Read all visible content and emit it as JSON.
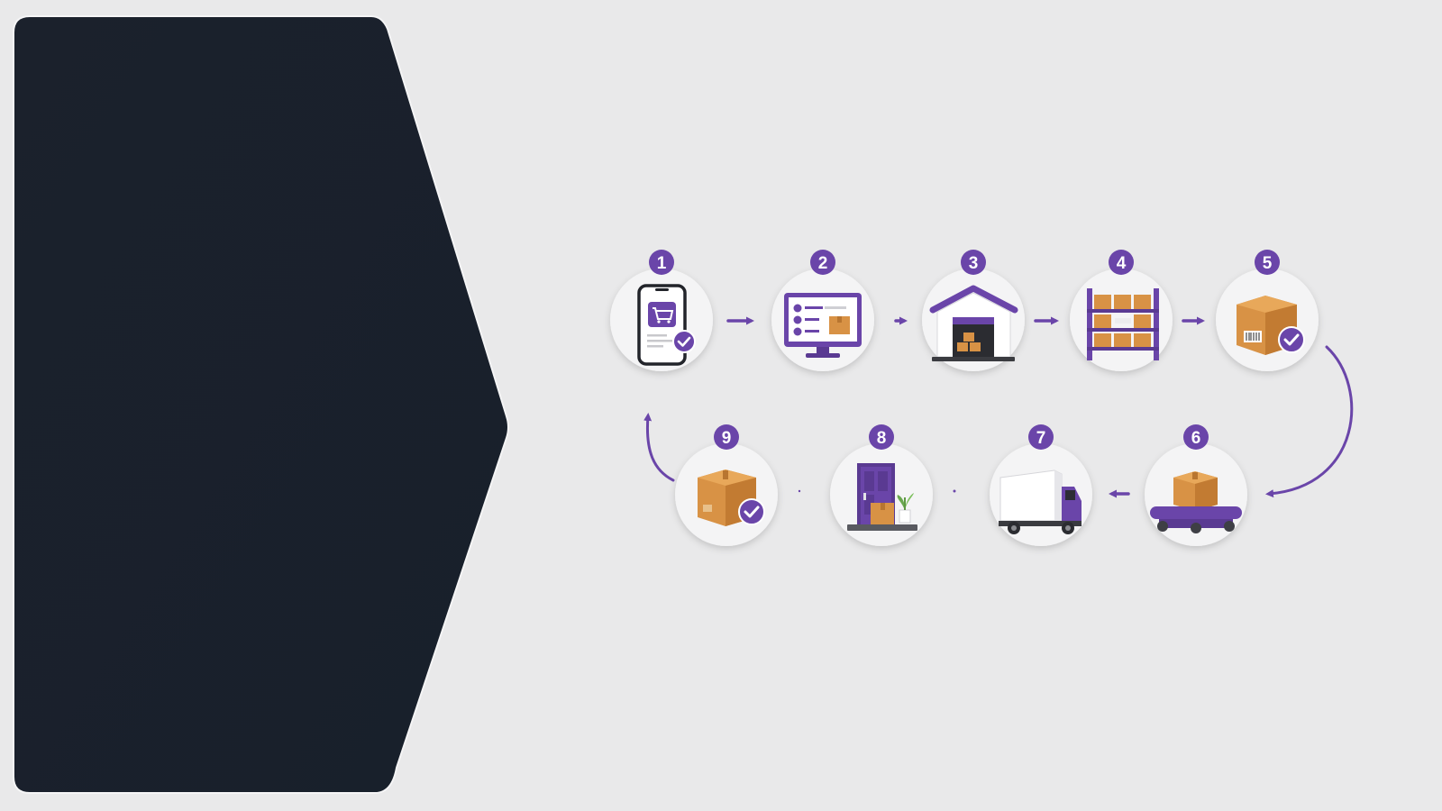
{
  "colors": {
    "background": "#e9e9ea",
    "panel": "#1a202b",
    "accent": "#6a45a9",
    "box": "#d89245",
    "circle": "#f4f4f5"
  },
  "steps": [
    {
      "number": "1",
      "icon": "smartphone-cart-check-icon"
    },
    {
      "number": "2",
      "icon": "monitor-order-checklist-icon"
    },
    {
      "number": "3",
      "icon": "warehouse-icon"
    },
    {
      "number": "4",
      "icon": "storage-shelves-icon"
    },
    {
      "number": "5",
      "icon": "package-barcode-check-icon"
    },
    {
      "number": "6",
      "icon": "conveyor-belt-package-icon"
    },
    {
      "number": "7",
      "icon": "delivery-truck-icon"
    },
    {
      "number": "8",
      "icon": "door-package-delivered-icon"
    },
    {
      "number": "9",
      "icon": "package-received-check-icon"
    }
  ]
}
